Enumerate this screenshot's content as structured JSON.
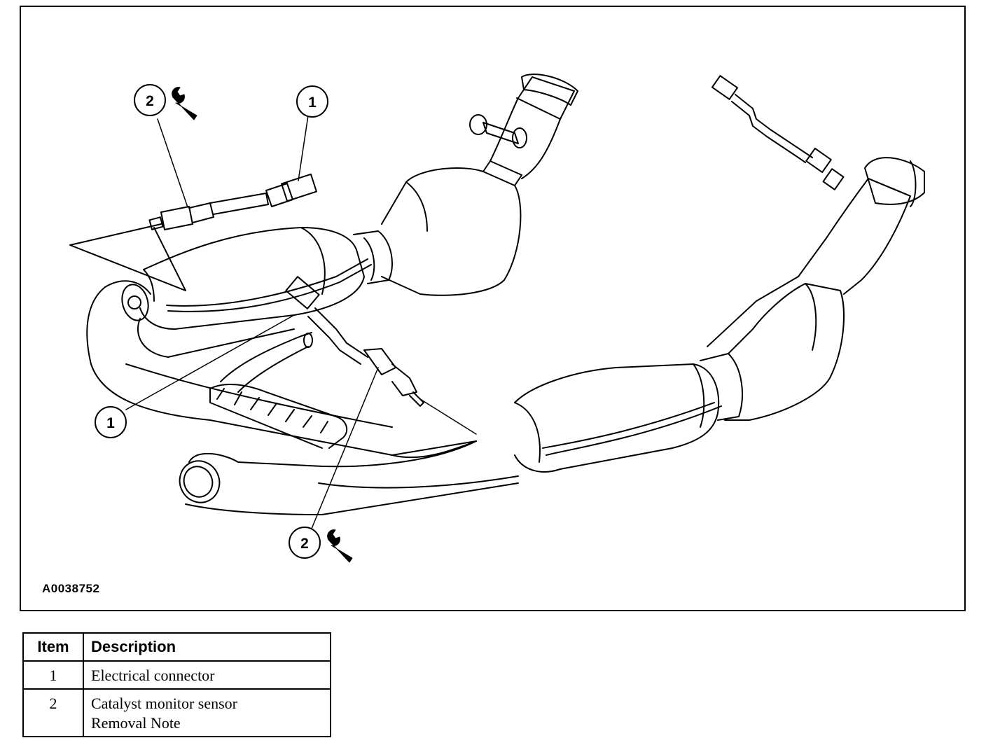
{
  "figure": {
    "id": "A0038752",
    "callouts": [
      {
        "number": "2",
        "has_wrench": true
      },
      {
        "number": "1",
        "has_wrench": false
      },
      {
        "number": "1",
        "has_wrench": false
      },
      {
        "number": "2",
        "has_wrench": true
      }
    ],
    "icons": [
      "wrench-icon",
      "wrench-icon"
    ]
  },
  "legend": {
    "headers": {
      "item": "Item",
      "description": "Description"
    },
    "rows": [
      {
        "item": "1",
        "description": [
          "Electrical connector"
        ]
      },
      {
        "item": "2",
        "description": [
          "Catalyst monitor sensor",
          "Removal Note"
        ]
      }
    ]
  }
}
